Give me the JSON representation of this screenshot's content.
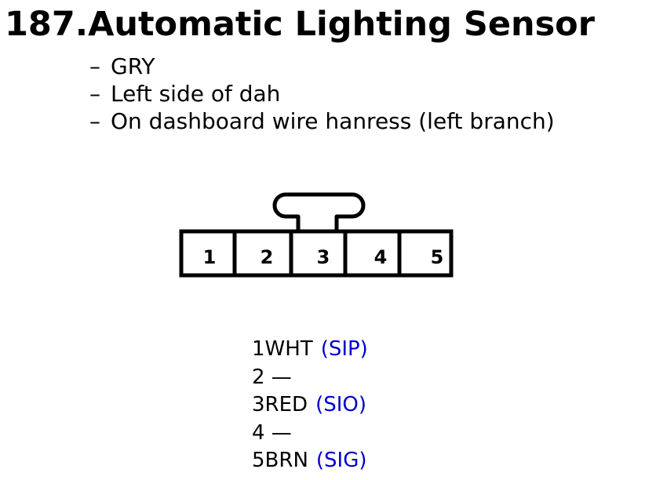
{
  "title": "187.Automatic Lighting Sensor",
  "details": [
    {
      "dash": "–",
      "text": "GRY"
    },
    {
      "dash": "–",
      "text": "Left side of dah"
    },
    {
      "dash": "–",
      "text": "On dashboard wire hanress (left branch)"
    }
  ],
  "connector": {
    "pin_numbers": [
      "1",
      "2",
      "3",
      "4",
      "5"
    ]
  },
  "pins": [
    {
      "label": "1WHT",
      "signal": "(SIP)"
    },
    {
      "label": "2 —",
      "signal": ""
    },
    {
      "label": "3RED",
      "signal": "(SIO)"
    },
    {
      "label": "4 —",
      "signal": ""
    },
    {
      "label": "5BRN",
      "signal": "(SIG)"
    }
  ],
  "colors": {
    "text": "#000000",
    "signal": "#0000cc",
    "background": "#ffffff"
  }
}
